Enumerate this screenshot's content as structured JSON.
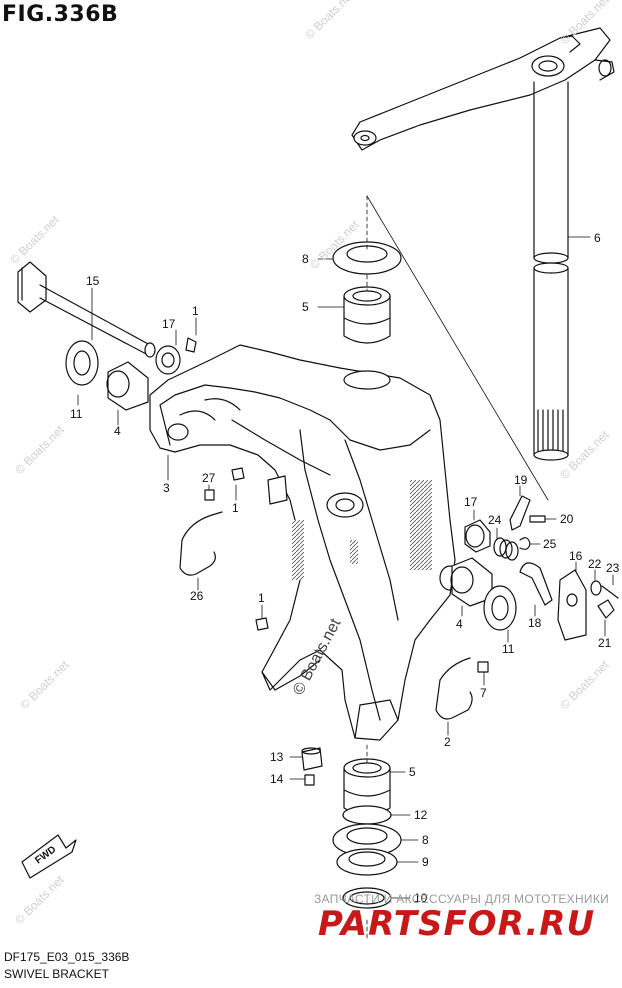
{
  "figure": {
    "title": "FIG.336B",
    "code": "DF175_E03_015_336B",
    "name": "SWIVEL BRACKET"
  },
  "watermark": "© Boats.net",
  "promo": {
    "text": "ЗАПЧАСТИ И АКСЕССУАРЫ ДЛЯ МОТОТЕХНИКИ",
    "logo": "PARTSFOR.RU",
    "logo_color": "#c81818"
  },
  "direction_badge": "FWD",
  "callouts": {
    "c15": "15",
    "c17a": "17",
    "c1a": "1",
    "c11a": "11",
    "c4a": "4",
    "c3": "3",
    "c27": "27",
    "c1b": "1",
    "c26": "26",
    "c1c": "1",
    "c8a": "8",
    "c5a": "5",
    "c6": "6",
    "c19": "19",
    "c20": "20",
    "c17b": "17",
    "c24": "24",
    "c25": "25",
    "c16": "16",
    "c22": "22",
    "c23": "23",
    "c18": "18",
    "c21": "21",
    "c4b": "4",
    "c11b": "11",
    "c7": "7",
    "c2": "2",
    "c13": "13",
    "c14": "14",
    "c5b": "5",
    "c12": "12",
    "c8b": "8",
    "c9": "9",
    "c10": "10"
  }
}
